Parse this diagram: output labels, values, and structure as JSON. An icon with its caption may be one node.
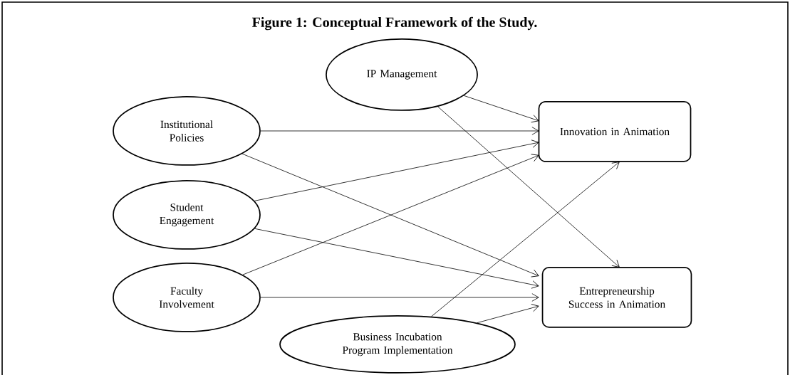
{
  "diagram": {
    "title": "Figure 1: Conceptual Framework of the Study.",
    "nodes": [
      {
        "text": [
          "IP Management"
        ]
      },
      {
        "text": [
          "Institutional Policies"
        ]
      },
      {
        "text": [
          "Innovation in Animation"
        ]
      },
      {
        "text": [
          "Student Engagement"
        ]
      },
      {
        "text": [
          "Faculty Involvement"
        ]
      },
      {
        "text": [
          "Entrepreneurship Success in Animation"
        ]
      },
      {
        "text": [
          "Business Incubation Program Implementation"
        ]
      }
    ],
    "edges": [
      {
        "from": 0,
        "to": 2,
        "arrow": "to"
      },
      {
        "from": 0,
        "to": 5,
        "arrow": "to"
      },
      {
        "from": 1,
        "to": 2,
        "arrow": "to"
      },
      {
        "from": 1,
        "to": 5,
        "arrow": "to"
      },
      {
        "from": 3,
        "to": 2,
        "arrow": "to"
      },
      {
        "from": 3,
        "to": 5,
        "arrow": "to"
      },
      {
        "from": 4,
        "to": 2,
        "arrow": "to"
      },
      {
        "from": 4,
        "to": 5,
        "arrow": "to"
      },
      {
        "from": 6,
        "to": 2,
        "arrow": "to"
      },
      {
        "from": 6,
        "to": 5,
        "arrow": "to"
      }
    ]
  }
}
